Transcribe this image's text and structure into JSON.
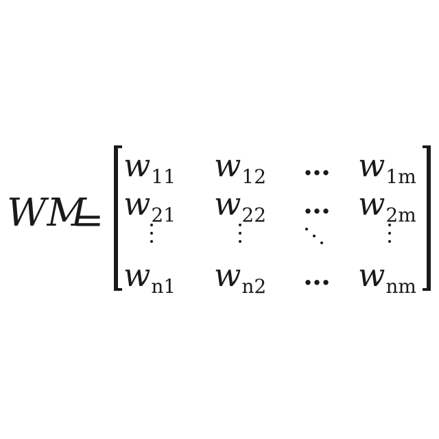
{
  "equation": {
    "lhs": "WM",
    "equals": "=",
    "matrix": {
      "rows": [
        [
          {
            "base": "w",
            "sub": "11"
          },
          {
            "base": "w",
            "sub": "12"
          },
          {
            "base": "…",
            "sub": ""
          },
          {
            "base": "w",
            "sub": "1m"
          }
        ],
        [
          {
            "base": "w",
            "sub": "21"
          },
          {
            "base": "w",
            "sub": "22"
          },
          {
            "base": "…",
            "sub": ""
          },
          {
            "base": "w",
            "sub": "2m"
          }
        ],
        [
          {
            "base": "⋮",
            "sub": ""
          },
          {
            "base": "⋮",
            "sub": ""
          },
          {
            "base": "⋱",
            "sub": ""
          },
          {
            "base": "⋮",
            "sub": ""
          }
        ],
        [
          {
            "base": "w",
            "sub": "n1"
          },
          {
            "base": "w",
            "sub": "n2"
          },
          {
            "base": "…",
            "sub": ""
          },
          {
            "base": "w",
            "sub": "nm"
          }
        ]
      ]
    }
  }
}
